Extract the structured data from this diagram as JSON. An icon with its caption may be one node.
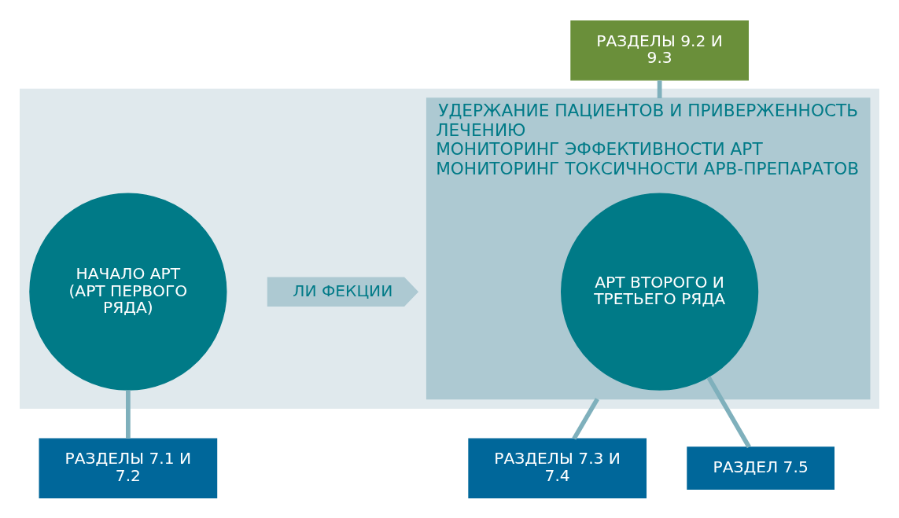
{
  "diagram": {
    "nodes": [
      {
        "text": [],
        "shape": "box"
      },
      {
        "text": [
          "ЛИ ФЕКЦИИ"
        ],
        "in": 0
      },
      {
        "text": [
          "НАЧАЛО АРТ (АРТ ПЕРВОГО РЯДА)"
        ],
        "in": 0
      },
      {
        "text": [
          "УДЕРЖАНИЕ ПАЦИЕНТОВ И ПРИВЕРЖЕННОСТЬ ЛЕЧЕНИЮ",
          "МОНИТОРИНГ ЭФФЕКТИВНОСТИ АРТ",
          "МОНИТОРИНГ ТОКСИЧНОСТИ АРВ-ПРЕПАРАТОВ"
        ],
        "in": 0
      },
      {
        "text": [
          "АРТ ВТОРОГО И ТРЕТЬЕГО РЯДА"
        ],
        "in": 3
      },
      {
        "text": [
          "РАЗДЕЛЫ 9.2 И 9.3"
        ]
      },
      {
        "text": [
          "РАЗДЕЛЫ 7.1 И 7.2"
        ]
      },
      {
        "text": [
          "РАЗДЕЛЫ 7.3 И 7.4"
        ]
      },
      {
        "text": [
          "РАЗДЕЛ 7.5"
        ]
      }
    ],
    "edges": [
      {
        "from": 5,
        "to": 3,
        "arrow": "none"
      },
      {
        "from": 2,
        "to": 6,
        "arrow": "none"
      },
      {
        "from": 3,
        "to": 7,
        "arrow": "none"
      },
      {
        "from": 4,
        "to": 8,
        "arrow": "none"
      }
    ]
  }
}
